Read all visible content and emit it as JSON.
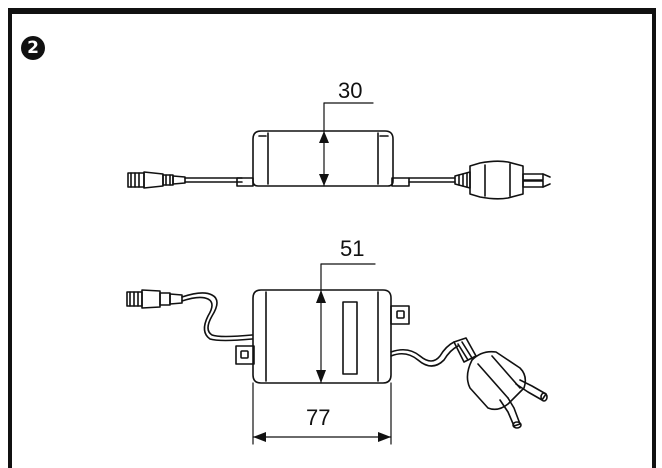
{
  "figure": {
    "step_number": "2",
    "side_view": {
      "height_label": "30"
    },
    "top_view": {
      "depth_label": "51",
      "width_label": "77"
    }
  }
}
